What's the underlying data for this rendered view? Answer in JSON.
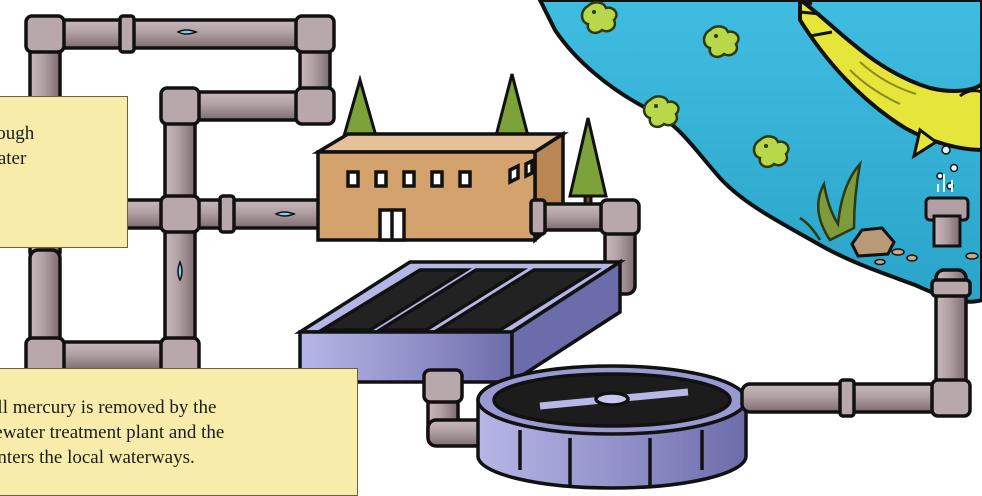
{
  "callouts": {
    "top": {
      "lines": [
        "s through",
        "stewater"
      ]
    },
    "bottom": {
      "lines": [
        "all mercury is removed by the",
        "tewater treatment plant and the",
        "enters the local waterways."
      ]
    }
  },
  "colors": {
    "pipe": "#b0a0a4",
    "pipe_dark": "#7c6c70",
    "water": "#36b3d6",
    "building": "#d4a26c",
    "tree": "#7ea23a",
    "fish": "#e6e63a",
    "tank": "#8e8ec8",
    "callout_bg": "#f7ecaa"
  }
}
